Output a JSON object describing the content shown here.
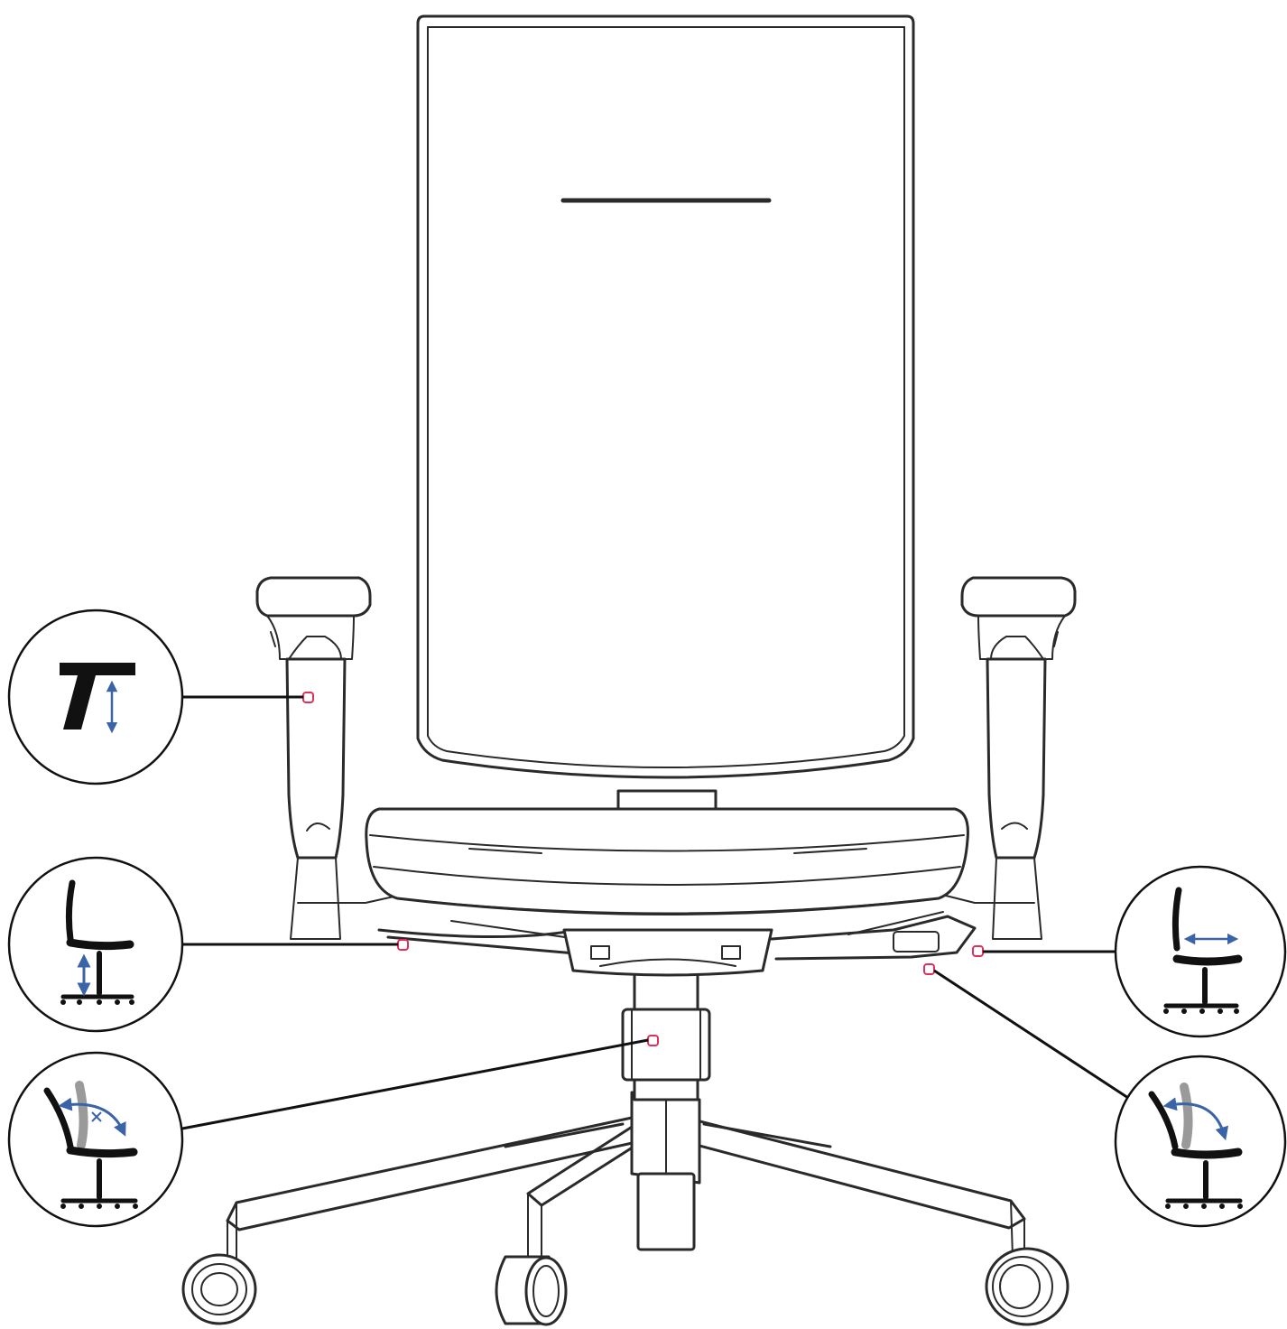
{
  "colors": {
    "line": "#2a2a2a",
    "hotspot": "#e0305a",
    "accent_arrow": "#3a63a8",
    "backrest_shade": "#9a9a9a",
    "background": "#ffffff"
  },
  "callouts": [
    {
      "id": "armrest-height",
      "icon": "armrest-height-icon"
    },
    {
      "id": "seat-height",
      "icon": "seat-height-icon"
    },
    {
      "id": "backrest-tilt-tension",
      "icon": "backrest-tilt-tension-icon"
    },
    {
      "id": "seat-depth",
      "icon": "seat-depth-icon"
    },
    {
      "id": "backrest-tilt",
      "icon": "backrest-tilt-icon"
    }
  ]
}
